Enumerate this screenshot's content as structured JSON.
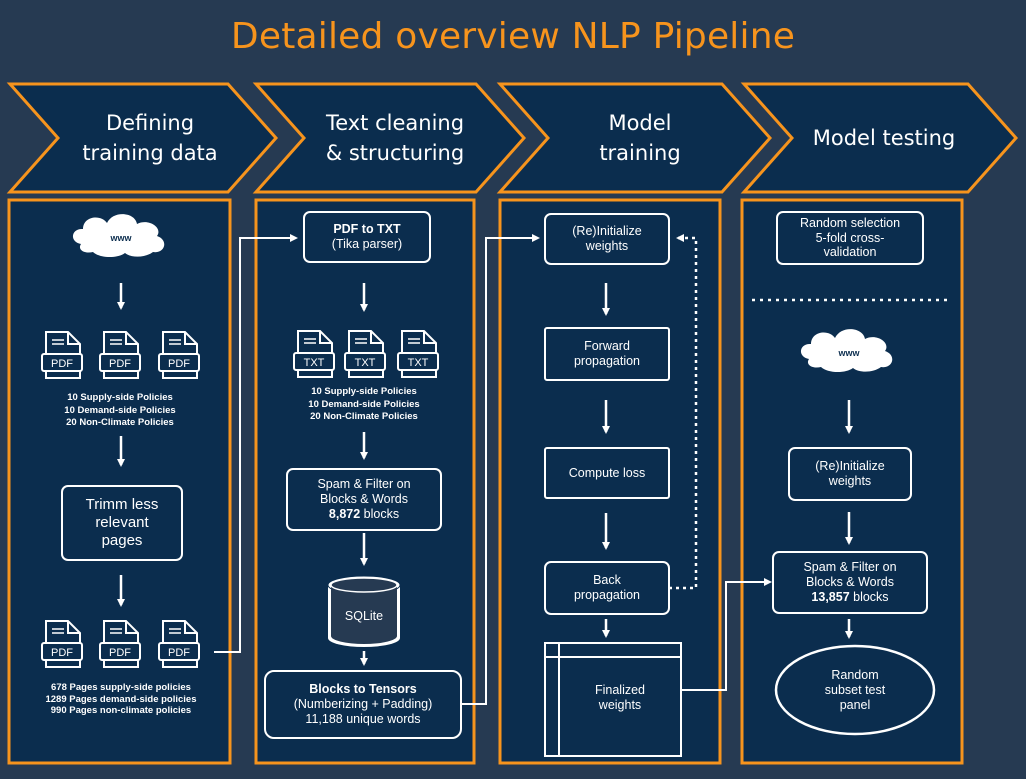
{
  "title": "Detailed overview NLP Pipeline",
  "stages": [
    {
      "line1": "Defining",
      "line2": "training data"
    },
    {
      "line1": "Text cleaning",
      "line2": "& structuring"
    },
    {
      "line1": "Model",
      "line2": "training"
    },
    {
      "line1": "Model testing",
      "line2": ""
    }
  ],
  "col1": {
    "cloud": "www",
    "file_type": "PDF",
    "policies": [
      "10 Supply-side Policies",
      "10 Demand-side Policies",
      "20 Non-Climate Policies"
    ],
    "trimm": [
      "Trimm less",
      "relevant",
      "pages"
    ],
    "pages": [
      "678 Pages supply-side policies",
      "1289 Pages demand-side policies",
      "990 Pages non-climate policies"
    ]
  },
  "col2": {
    "pdf_to_txt": {
      "line1": "PDF to TXT",
      "line2": "(Tika parser)"
    },
    "file_type": "TXT",
    "policies": [
      "10 Supply-side Policies",
      "10 Demand-side Policies",
      "20 Non-Climate Policies"
    ],
    "spam": {
      "line1": "Spam & Filter on",
      "line2": "Blocks & Words",
      "count": "8,872",
      "unit": " blocks"
    },
    "db": "SQLite",
    "tensors": {
      "line1": "Blocks to Tensors",
      "line2": "(Numberizing + Padding)",
      "line3": "11,188 unique words"
    }
  },
  "col3": {
    "init": {
      "line1": "(Re)Initialize",
      "line2": "weights"
    },
    "forward": {
      "line1": "Forward",
      "line2": "propagation"
    },
    "loss": "Compute loss",
    "back": {
      "line1": "Back",
      "line2": "propagation"
    },
    "final": {
      "line1": "Finalized",
      "line2": "weights"
    }
  },
  "col4": {
    "random": {
      "line1": "Random selection",
      "line2": "5-fold cross-",
      "line3": "validation"
    },
    "cloud": "www",
    "init": {
      "line1": "(Re)Initialize",
      "line2": "weights"
    },
    "spam": {
      "line1": "Spam & Filter on",
      "line2": "Blocks & Words",
      "count": "13,857",
      "unit": " blocks"
    },
    "panel": {
      "line1": "Random",
      "line2": "subset test",
      "line3": "panel"
    }
  },
  "colors": {
    "background": "#263a52",
    "panel": "#0b2d4e",
    "accent": "#f7941d",
    "stroke": "#ffffff"
  }
}
